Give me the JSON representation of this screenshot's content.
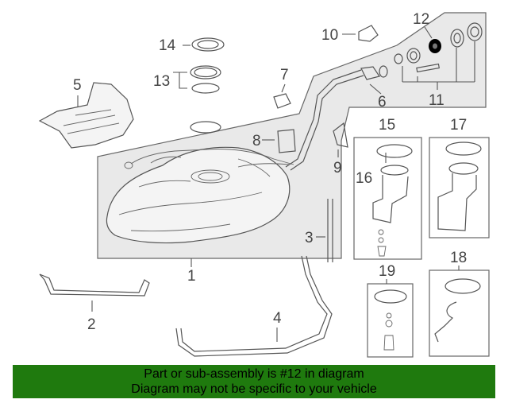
{
  "diagram": {
    "callouts": {
      "c1": "1",
      "c2": "2",
      "c3": "3",
      "c4": "4",
      "c5": "5",
      "c6": "6",
      "c7": "7",
      "c8": "8",
      "c9": "9",
      "c10": "10",
      "c11": "11",
      "c12": "12",
      "c13": "13",
      "c14": "14",
      "c15": "15",
      "c16": "16",
      "c17": "17",
      "c18": "18",
      "c19": "19"
    },
    "highlighted_part": "12",
    "highlight_color": "#000000"
  },
  "banner": {
    "line1": "Part or sub-assembly is #12 in diagram",
    "line2": "Diagram may not be specific to your vehicle",
    "background": "#1f7a0e"
  }
}
